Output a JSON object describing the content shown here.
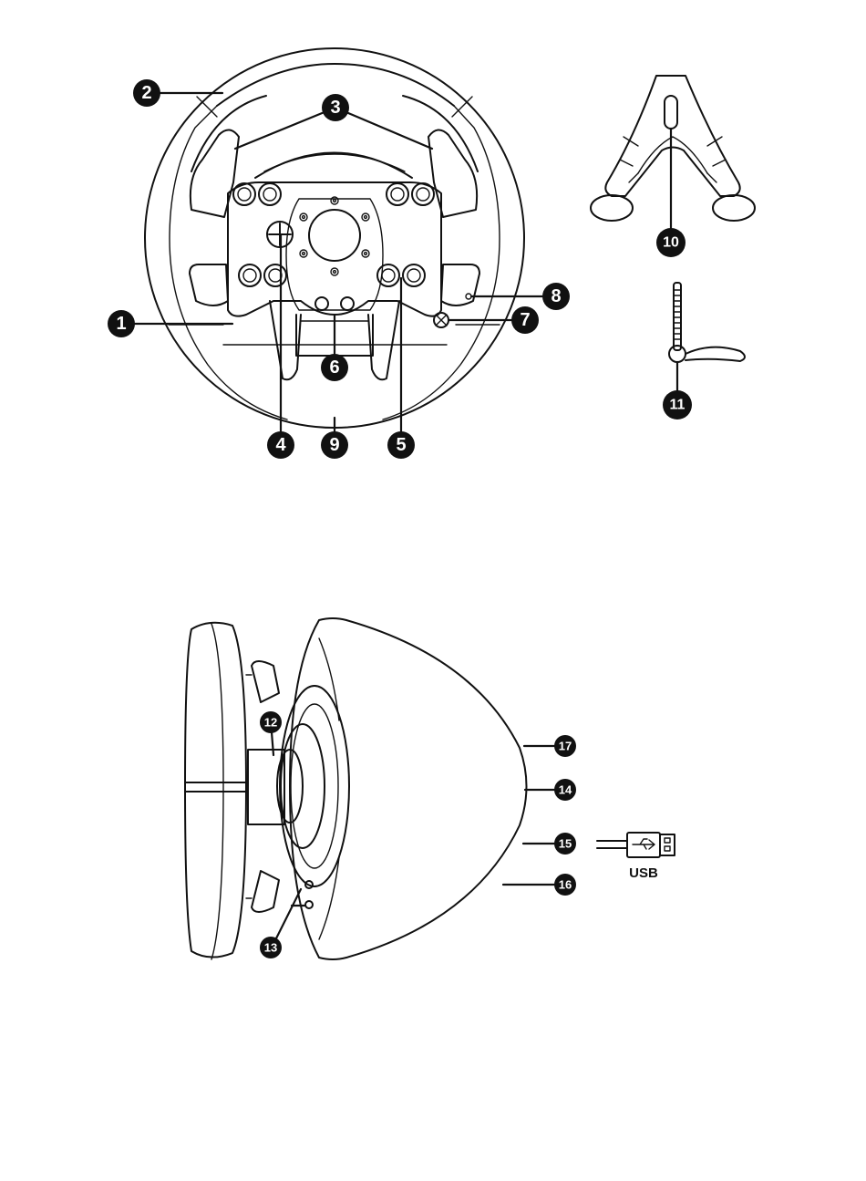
{
  "callouts": {
    "c1": "1",
    "c2": "2",
    "c3": "3",
    "c4": "4",
    "c5": "5",
    "c6": "6",
    "c7": "7",
    "c8": "8",
    "c9": "9",
    "c10": "10",
    "c11": "11",
    "c12": "12",
    "c13": "13",
    "c14": "14",
    "c15": "15",
    "c16": "16",
    "c17": "17"
  },
  "usb_label": "USB",
  "icons": {
    "xbox_button": "xbox-logo-icon",
    "usb_plug": "usb-plug-icon",
    "dpad": "dpad-icon"
  }
}
